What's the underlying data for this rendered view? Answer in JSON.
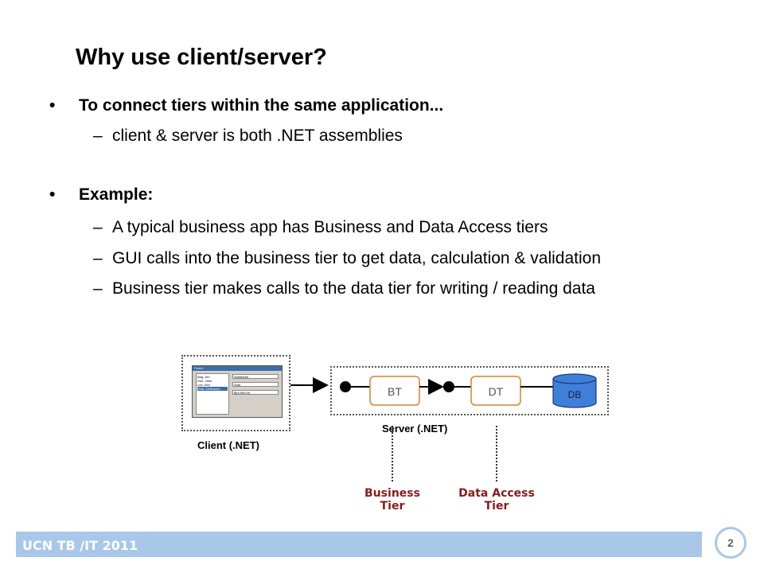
{
  "slide": {
    "title": "Why use client/server?",
    "bullets": [
      {
        "marker": "•",
        "text": "To connect tiers within the same application...",
        "subitems": [
          {
            "marker": "–",
            "text": "client & server is both .NET assemblies"
          }
        ]
      },
      {
        "marker": "•",
        "text": "Example:",
        "subitems": [
          {
            "marker": "–",
            "text": "A typical business app has Business and Data Access tiers"
          },
          {
            "marker": "–",
            "text": "GUI calls into the business tier to get data, calculation & validation"
          },
          {
            "marker": "–",
            "text": "Business tier makes calls to the data tier for writing / reading data"
          }
        ]
      }
    ]
  },
  "diagram": {
    "client_label": "Client (.NET)",
    "server_label": "Server (.NET)",
    "bt_label": "BT",
    "dt_label": "DT",
    "db_label": "DB",
    "business_tier_label_1": "Business",
    "business_tier_label_2": "Tier",
    "data_tier_label_1": "Data Access",
    "data_tier_label_2": "Tier",
    "mini_window": {
      "title": "Form1",
      "list_items": [
        "Bag, Jim",
        "Doe, Jane",
        "Lee, Kim",
        "Smit, Smitharen"
      ],
      "fields": [
        "Smitharen",
        "Smit",
        "$49,999.00"
      ]
    },
    "colors": {
      "tier_box_border": "#d9822b",
      "db_fill": "#3f7fd9",
      "tier_text": "#8b1a1a"
    }
  },
  "footer": {
    "text": "UCN TB /IT 2011",
    "page_number": "2",
    "bar_color": "#a9c7e8"
  }
}
